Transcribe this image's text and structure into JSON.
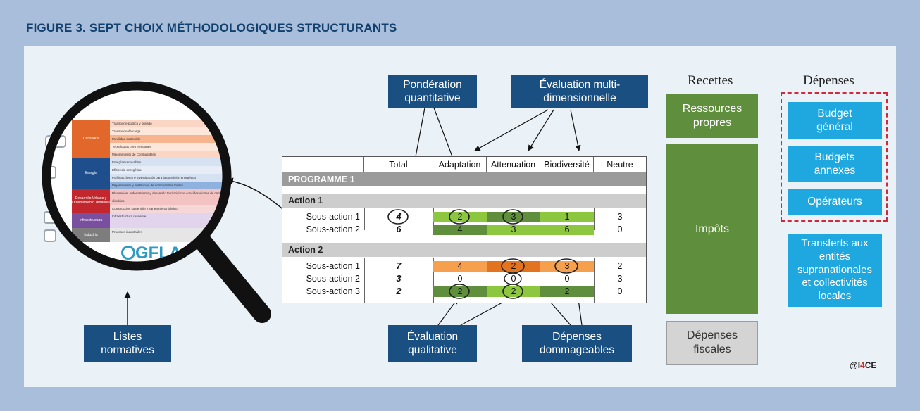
{
  "figure_title": "FIGURE 3. SEPT CHOIX MÉTHODOLOGIQUES STRUCTURANTS",
  "callouts": {
    "ponderation": "Pondération quantitative",
    "evaluation_multi": "Évaluation multi-dimensionnelle",
    "evaluation_qualitative": "Évaluation qualitative",
    "depenses_dommageables": "Dépenses dommageables",
    "listes_normatives": "Listes normatives"
  },
  "recettes": {
    "header": "Recettes",
    "ressources_propres": "Ressources propres",
    "impots": "Impôts",
    "depenses_fiscales": "Dépenses fiscales"
  },
  "depenses": {
    "header": "Dépenses",
    "budget_general": "Budget général",
    "budgets_annexes": "Budgets annexes",
    "operateurs": "Opérateurs",
    "transferts": "Transferts aux entités supranationales et collectivités locales"
  },
  "table": {
    "headers": [
      "",
      "Total",
      "Adaptation",
      "Attenuation",
      "Biodiversité",
      "Neutre"
    ],
    "programme": "PROGRAMME 1",
    "actions": [
      {
        "label": "Action 1",
        "rows": [
          {
            "label": "Sous-action 1",
            "values": [
              "4",
              "2",
              "3",
              "1",
              "3"
            ]
          },
          {
            "label": "Sous-action 2",
            "values": [
              "6",
              "4",
              "3",
              "6",
              "0"
            ]
          }
        ]
      },
      {
        "label": "Action 2",
        "rows": [
          {
            "label": "Sous-action 1",
            "values": [
              "7",
              "4",
              "2",
              "3",
              "2"
            ]
          },
          {
            "label": "Sous-action 2",
            "values": [
              "3",
              "0",
              "0",
              "0",
              "3"
            ]
          },
          {
            "label": "Sous-action 3",
            "values": [
              "2",
              "2",
              "2",
              "2",
              "0"
            ]
          }
        ]
      }
    ]
  },
  "magnifier_list": {
    "categories": [
      "Transporte",
      "Energía",
      "Desarrollo Urbano y Ordenamiento Territorial",
      "Infraestructura",
      "Industria"
    ],
    "items": [
      "Transporte público y privado",
      "Transporte de carga",
      "Movilidad sostenible",
      "Tecnologías cero emisiones",
      "Mejoramiento de Combustibles",
      "Energías renovables",
      "Eficiencia energética",
      "Políticas, leyes e investigación para la transición energética",
      "Mejoramiento y sustitución de combustibles fósiles",
      "Planeación, ordenamiento y desarrollo territorial con consideraciones de cambio climático",
      "Construcción sostenible y saneamiento básico",
      "Infraestructura resiliente",
      "Procesos industriales"
    ],
    "logo": "GFLAC"
  },
  "credit": {
    "prefix": "@I",
    "highlight": "4",
    "suffix": "CE_"
  },
  "colors": {
    "frame": "#a9bedb",
    "panel": "#eaf1f7",
    "navy": "#1a4f81",
    "green_dark": "#5f8f3c",
    "green_light": "#8dc63f",
    "orange": "#f08a24",
    "cyan": "#1ea8df",
    "dashed": "#d02a3a"
  }
}
